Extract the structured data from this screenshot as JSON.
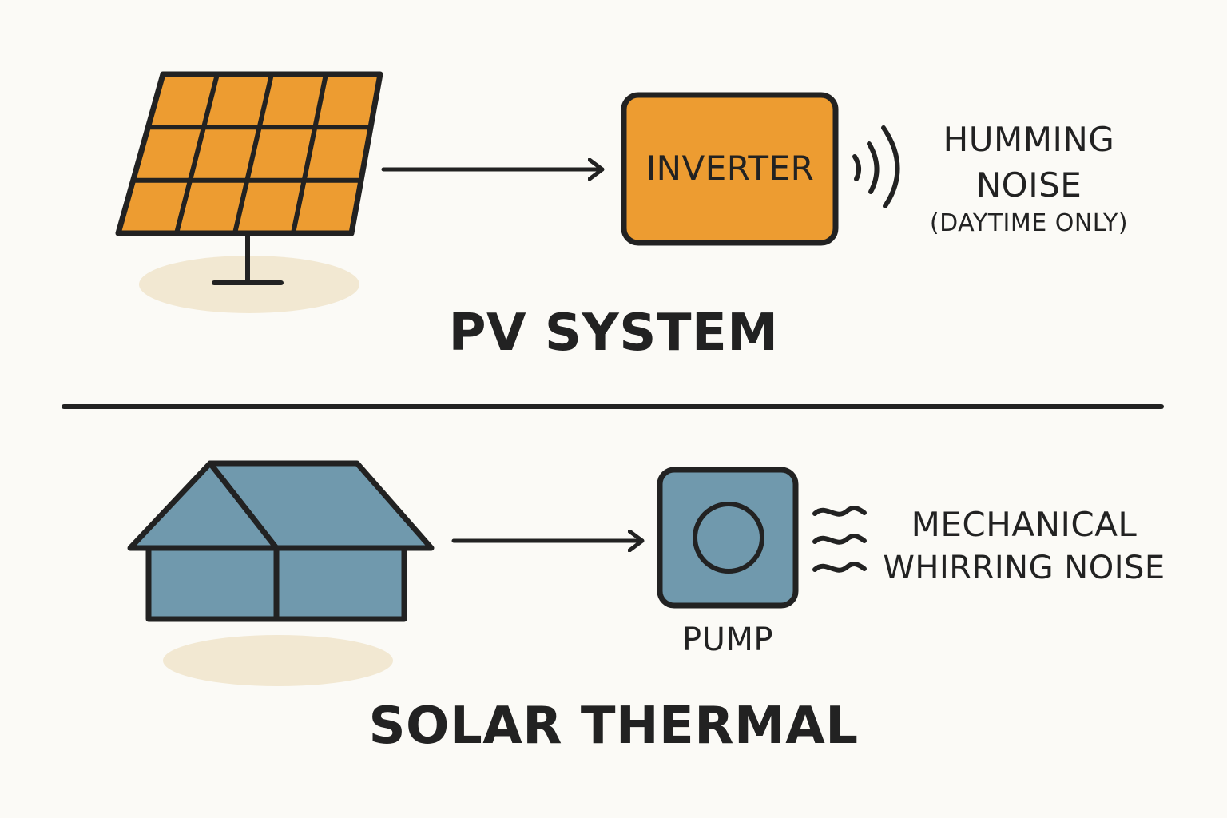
{
  "colors": {
    "background": "#fbfaf6",
    "panel_orange": "#ed9c31",
    "house_blue": "#7099ad",
    "outline": "#222222",
    "shadow": "#f2e8d2"
  },
  "icons": {
    "pv_panel": "solar-panel-icon",
    "house": "house-icon",
    "inverter_sound": "sound-waves-icon",
    "pump_sound": "vibration-waves-icon",
    "pump": "pump-icon"
  },
  "pv": {
    "inverter_label": "INVERTER",
    "noise_line1": "HUMMING",
    "noise_line2": "NOISE",
    "noise_note": "(DAYTIME ONLY)",
    "title": "PV SYSTEM"
  },
  "thermal": {
    "pump_label": "PUMP",
    "noise_line1": "MECHANICAL",
    "noise_line2": "WHIRRING NOISE",
    "title": "SOLAR THERMAL"
  }
}
